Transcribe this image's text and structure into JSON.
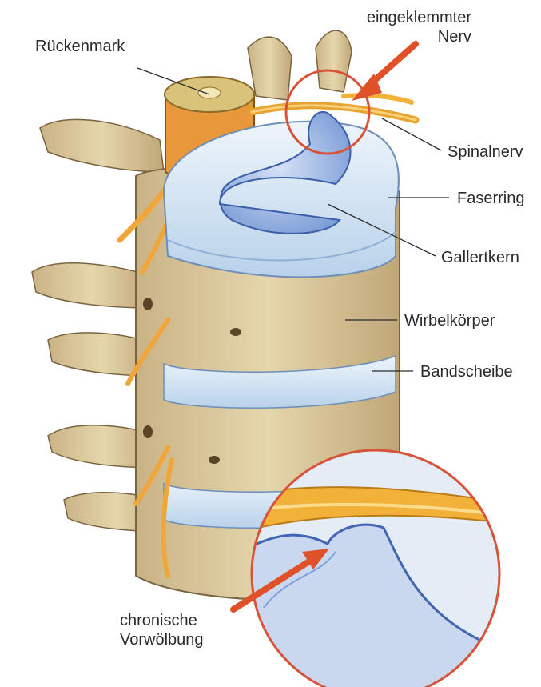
{
  "labels": {
    "spinal_cord": "Rückenmark",
    "pinched_nerve_line1": "eingeklemmter",
    "pinched_nerve_line2": "Nerv",
    "spinal_nerve": "Spinalnerv",
    "annulus": "Faserring",
    "nucleus": "Gallertkern",
    "vertebral_body": "Wirbelkörper",
    "disc": "Bandscheibe",
    "protrusion_line1": "chronische",
    "protrusion_line2": "Vorwölbung"
  },
  "colors": {
    "bone": "#e0cfa3",
    "bone_shadow": "#b39a6a",
    "disc": "#d7e6f3",
    "nucleus": "#9db8e6",
    "nerve": "#f2b23a",
    "spinal_cord": "#e89a3c",
    "arrow": "#e0512a",
    "highlight_circle": "#d9533a"
  }
}
